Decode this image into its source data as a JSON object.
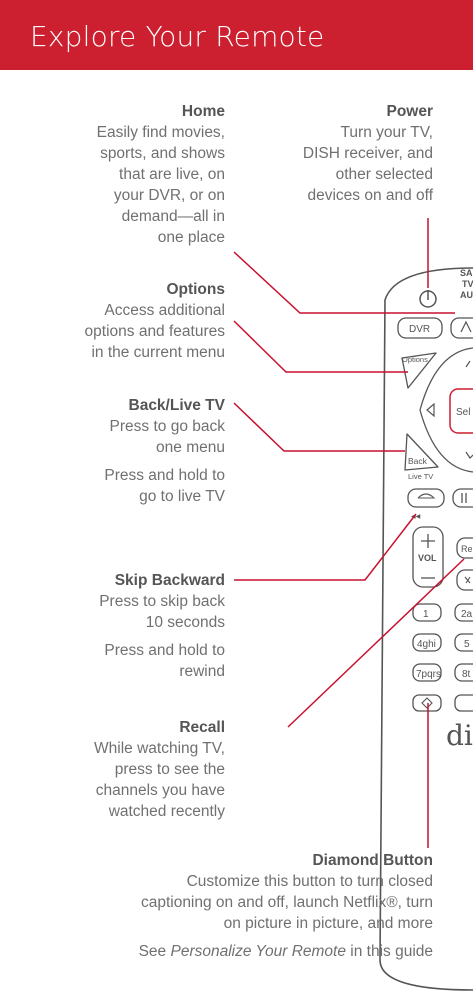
{
  "header": {
    "title": "Explore Your Remote"
  },
  "callouts": {
    "home": {
      "title": "Home",
      "body": [
        "Easily find movies,",
        "sports, and shows",
        "that are live, on",
        "your DVR, or on",
        "demand—all in",
        "one place"
      ]
    },
    "power": {
      "title": "Power",
      "body": [
        "Turn your TV,",
        "DISH receiver, and",
        "other selected",
        "devices on and off"
      ]
    },
    "options": {
      "title": "Options",
      "body": [
        "Access additional",
        "options and features",
        "in the current menu"
      ]
    },
    "back": {
      "title": "Back/Live TV",
      "body": [
        "Press to go back",
        "one menu"
      ],
      "body2": [
        "Press and hold to",
        "go to live TV"
      ]
    },
    "skip": {
      "title": "Skip Backward",
      "body": [
        "Press to skip back",
        "10 seconds"
      ],
      "body2": [
        "Press and hold to",
        "rewind"
      ]
    },
    "recall": {
      "title": "Recall",
      "body": [
        "While watching TV,",
        "press to see the",
        "channels you have",
        "watched recently"
      ]
    },
    "diamond": {
      "title": "Diamond Button",
      "body": [
        "Customize this button to turn closed",
        "captioning on and off, launch Netflix®, turn",
        "on picture in picture, and more"
      ],
      "see_prefix": "See ",
      "see_italic": "Personalize Your Remote",
      "see_suffix": " in this guide"
    }
  },
  "remote": {
    "sat_label": [
      "SA",
      "TV",
      "AU"
    ],
    "dvr_label": "DVR",
    "options_label": "Options",
    "select_label": "Sel",
    "back_label": "Back",
    "live_tv_label": "Live TV",
    "rewind_glyph": "◀◀",
    "vol_label": "VOL",
    "recall_label": "Re",
    "keys": [
      "1",
      "2a",
      "4ghi",
      "5",
      "7pqrs",
      "8t"
    ],
    "logo_text": "di"
  },
  "colors": {
    "header": "#cc1f2f",
    "leader": "#c8102e",
    "remote_stroke": "#5a5a5a"
  }
}
